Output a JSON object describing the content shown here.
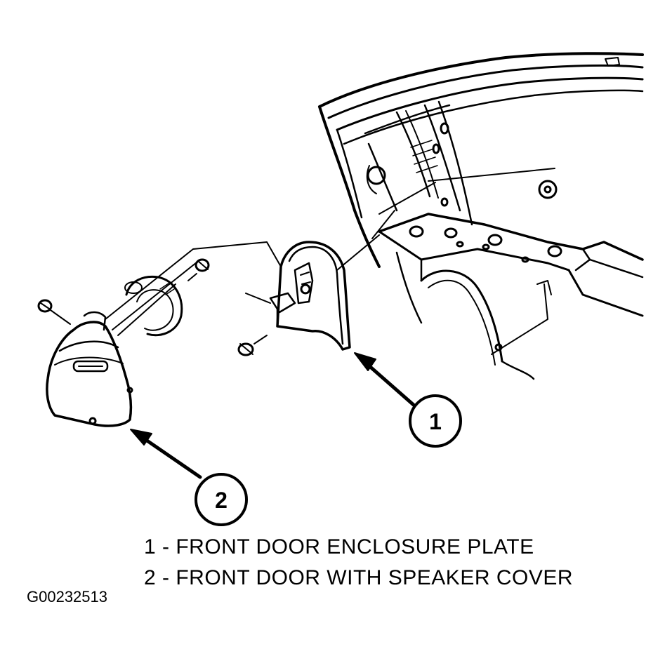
{
  "callouts": [
    {
      "number": "1",
      "label": "FRONT DOOR ENCLOSURE PLATE"
    },
    {
      "number": "2",
      "label": "FRONT DOOR WITH SPEAKER COVER"
    }
  ],
  "legend": [
    "1 - FRONT DOOR ENCLOSURE PLATE",
    "2 - FRONT DOOR WITH SPEAKER COVER"
  ],
  "figure_id": "G00232513"
}
